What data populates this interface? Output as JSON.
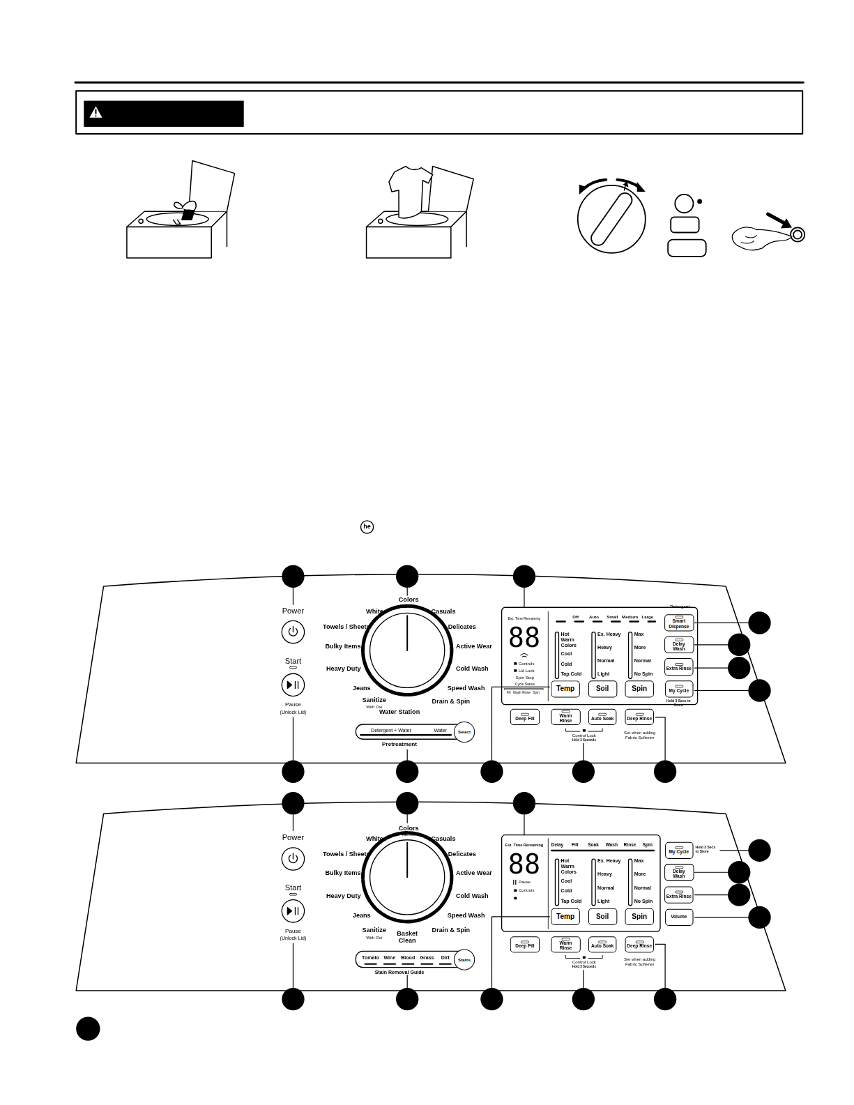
{
  "diagram": {
    "nodes": [
      {
        "text": [
          "Smart Dispense"
        ]
      },
      {
        "text": [
          "Delay Wash"
        ]
      },
      {
        "text": [
          "Extra Rinse"
        ]
      },
      {
        "text": [
          "My Cycle"
        ]
      },
      {
        "text": [
          "Temp"
        ]
      },
      {
        "text": [
          "Soil"
        ]
      },
      {
        "text": [
          "Spin"
        ]
      },
      {
        "text": [
          "Select"
        ]
      },
      {
        "text": [
          "Deep Fill"
        ]
      },
      {
        "text": [
          "Warm Rinse"
        ]
      },
      {
        "text": [
          "Auto Soak"
        ]
      },
      {
        "text": [
          "Deep Rinse"
        ]
      },
      {
        "text": [
          "Stains"
        ]
      },
      {
        "text": [
          "My Cycle"
        ]
      },
      {
        "text": [
          "Delay Wash"
        ]
      },
      {
        "text": [
          "Extra Rinse"
        ]
      },
      {
        "text": [
          "Volume"
        ]
      },
      {
        "text": [
          "Temp"
        ]
      },
      {
        "text": [
          "Soil"
        ]
      },
      {
        "text": [
          "Spin"
        ]
      },
      {
        "text": [
          "Deep Fill"
        ]
      },
      {
        "text": [
          "Warm Rinse"
        ]
      },
      {
        "text": [
          "Auto Soak"
        ]
      },
      {
        "text": [
          "Deep Rinse"
        ]
      }
    ],
    "labels": [
      "Power",
      "Start",
      "Pause",
      "(Unlock Lid)",
      "Colors",
      "Normal",
      "Whites",
      "Casuals",
      "Towels / Sheets",
      "Delicates",
      "Bulky Items",
      "Active Wear",
      "Heavy Duty",
      "Cold Wash",
      "Jeans",
      "Speed Wash",
      "Sanitize",
      "With Oxi",
      "Drain & Spin",
      "Water Station",
      "Detergent + Water",
      "Water",
      "Pretreatment",
      "Est. Time Remaining",
      "88",
      "Controls",
      "Lid Lock",
      "Spin Stop",
      "Cycle Status",
      "Fill",
      "Wash",
      "Rinse",
      "Spin",
      "Off",
      "Auto",
      "Small",
      "Medium",
      "Large",
      "Detergent",
      "Hot",
      "Warm",
      "Colors",
      "Cool",
      "Cold",
      "Tap Cold",
      "Ex. Heavy",
      "Heavy",
      "Normal",
      "Light",
      "Max",
      "More",
      "Normal",
      "No Spin",
      "Hold 3 Secs to Store",
      "Control Lock",
      "Hold 3 Seconds",
      "Set when adding Fabric Softener",
      "Power",
      "Start",
      "Pause",
      "(Unlock Lid)",
      "Colors",
      "Normal",
      "Whites",
      "Casuals",
      "Towels / Sheets",
      "Delicates",
      "Bulky Items",
      "Active Wear",
      "Heavy Duty",
      "Cold Wash",
      "Jeans",
      "Speed Wash",
      "Sanitize",
      "With Oxi",
      "Basket Clean",
      "Drain & Spin",
      "Tomato",
      "Wine",
      "Blood",
      "Grass",
      "Dirt",
      "Stain Removal Guide",
      "Est. Time Remaining",
      "88",
      "Pause",
      "Controls",
      "Delay",
      "Fill",
      "Soak",
      "Wash",
      "Rinse",
      "Spin",
      "Hot",
      "Warm",
      "Colors",
      "Cool",
      "Cold",
      "Tap Cold",
      "Ex. Heavy",
      "Heavy",
      "Normal",
      "Light",
      "Max",
      "More",
      "Normal",
      "No Spin",
      "Hold 3 Secs to Store",
      "Control Lock",
      "Hold 3 Seconds",
      "Set when adding Fabric Softener",
      "he"
    ]
  }
}
